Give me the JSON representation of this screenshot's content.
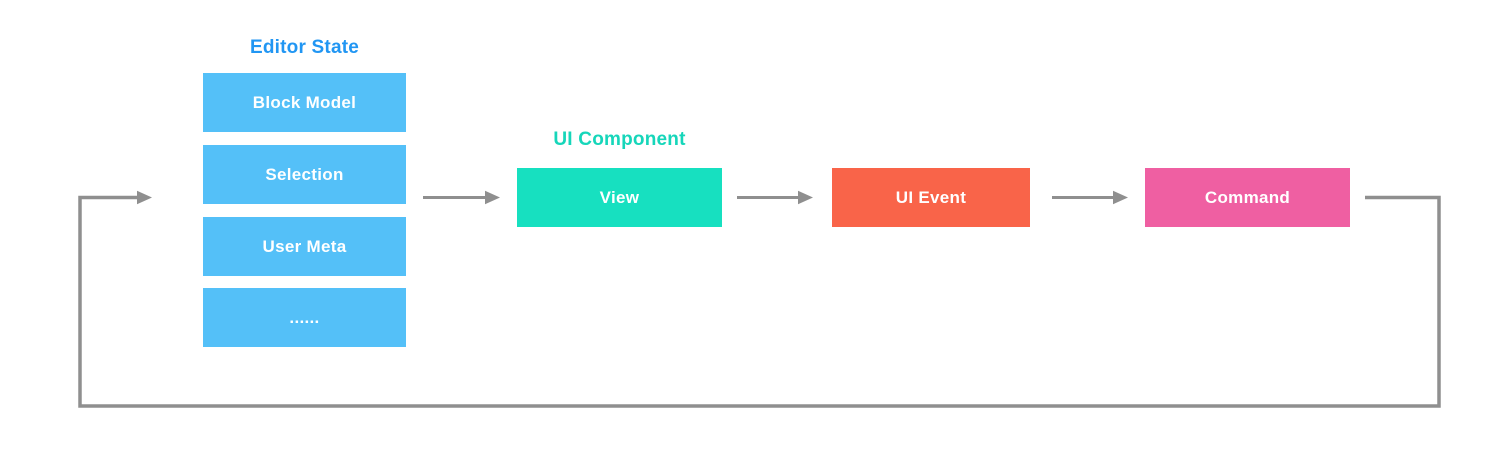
{
  "diagram": {
    "editor_state": {
      "title": "Editor State",
      "title_color": "#2196F3",
      "box_color": "#54C0F8",
      "items": [
        "Block Model",
        "Selection",
        "User Meta",
        "......"
      ]
    },
    "ui_component": {
      "title": "UI Component",
      "title_color": "#16D6BA",
      "box_color": "#17E0C0",
      "label": "View"
    },
    "ui_event": {
      "label": "UI Event",
      "box_color": "#F96449"
    },
    "command": {
      "label": "Command",
      "box_color": "#EF5FA2"
    },
    "arrows": {
      "color": "#8F8F8F",
      "connections": [
        "editor-state -> view",
        "view -> ui-event",
        "ui-event -> command",
        "command -> editor-state (feedback loop)"
      ]
    },
    "text_color_on_boxes": "#FFFFFF",
    "background_color": "#FFFFFF"
  }
}
